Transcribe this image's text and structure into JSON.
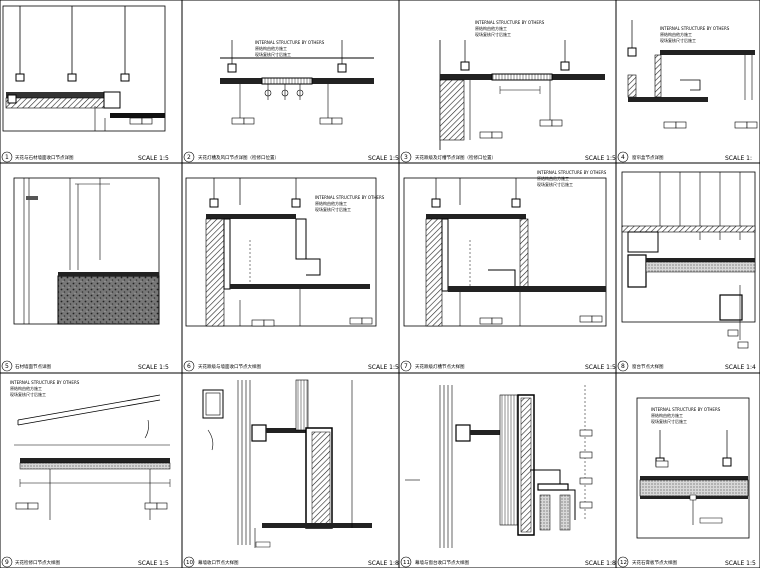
{
  "sheet": {
    "cells": [
      {
        "num": "1",
        "title": "天花与石材墙面收口节点详图",
        "scale": "SCALE 1:5",
        "notes": []
      },
      {
        "num": "2",
        "title": "天花灯槽及风口节点详图（检修口位置）",
        "scale": "SCALE 1:5",
        "notes": [
          "INTERNAL STRUCTURE BY OTHERS",
          "原结构由他方施工",
          "现场复核尺寸后施工"
        ]
      },
      {
        "num": "3",
        "title": "天花跌级及灯槽节点详图（检修口位置）",
        "scale": "SCALE 1:5",
        "notes": [
          "INTERNAL STRUCTURE BY OTHERS",
          "原结构由他方施工",
          "现场复核尺寸后施工"
        ]
      },
      {
        "num": "4",
        "title": "窗帘盒节点详图",
        "scale": "SCALE 1:",
        "notes": [
          "INTERNAL STRUCTURE BY OTHERS",
          "原结构由他方施工",
          "现场复核尺寸后施工"
        ]
      },
      {
        "num": "5",
        "title": "石材墙面节点详图",
        "scale": "SCALE 1:5",
        "notes": []
      },
      {
        "num": "6",
        "title": "天花跌级与墙面收口节点大样图",
        "scale": "SCALE 1:5",
        "notes": [
          "INTERNAL STRUCTURE BY OTHERS",
          "原结构由他方施工",
          "现场复核尺寸后施工"
        ]
      },
      {
        "num": "7",
        "title": "天花跌级灯槽节点大样图",
        "scale": "SCALE 1:5",
        "notes": [
          "INTERNAL STRUCTURE BY OTHERS",
          "原结构由他方施工",
          "现场复核尺寸后施工"
        ]
      },
      {
        "num": "8",
        "title": "窗台节点大样图",
        "scale": "SCALE 1:4",
        "notes": []
      },
      {
        "num": "9",
        "title": "天花检修口节点大样图",
        "scale": "SCALE 1:5",
        "notes": [
          "INTERNAL STRUCTURE BY OTHERS",
          "原结构由他方施工",
          "现场复核尺寸后施工"
        ]
      },
      {
        "num": "10",
        "title": "幕墙收口节点大样图",
        "scale": "SCALE 1:8",
        "notes": []
      },
      {
        "num": "11",
        "title": "幕墙与窗台收口节点大样图",
        "scale": "SCALE 1:8",
        "notes": []
      },
      {
        "num": "12",
        "title": "天花石膏板节点大样图",
        "scale": "SCALE 1:5",
        "notes": [
          "INTERNAL STRUCTURE BY OTHERS",
          "原结构由他方施工",
          "现场复核尺寸后施工"
        ]
      }
    ]
  }
}
